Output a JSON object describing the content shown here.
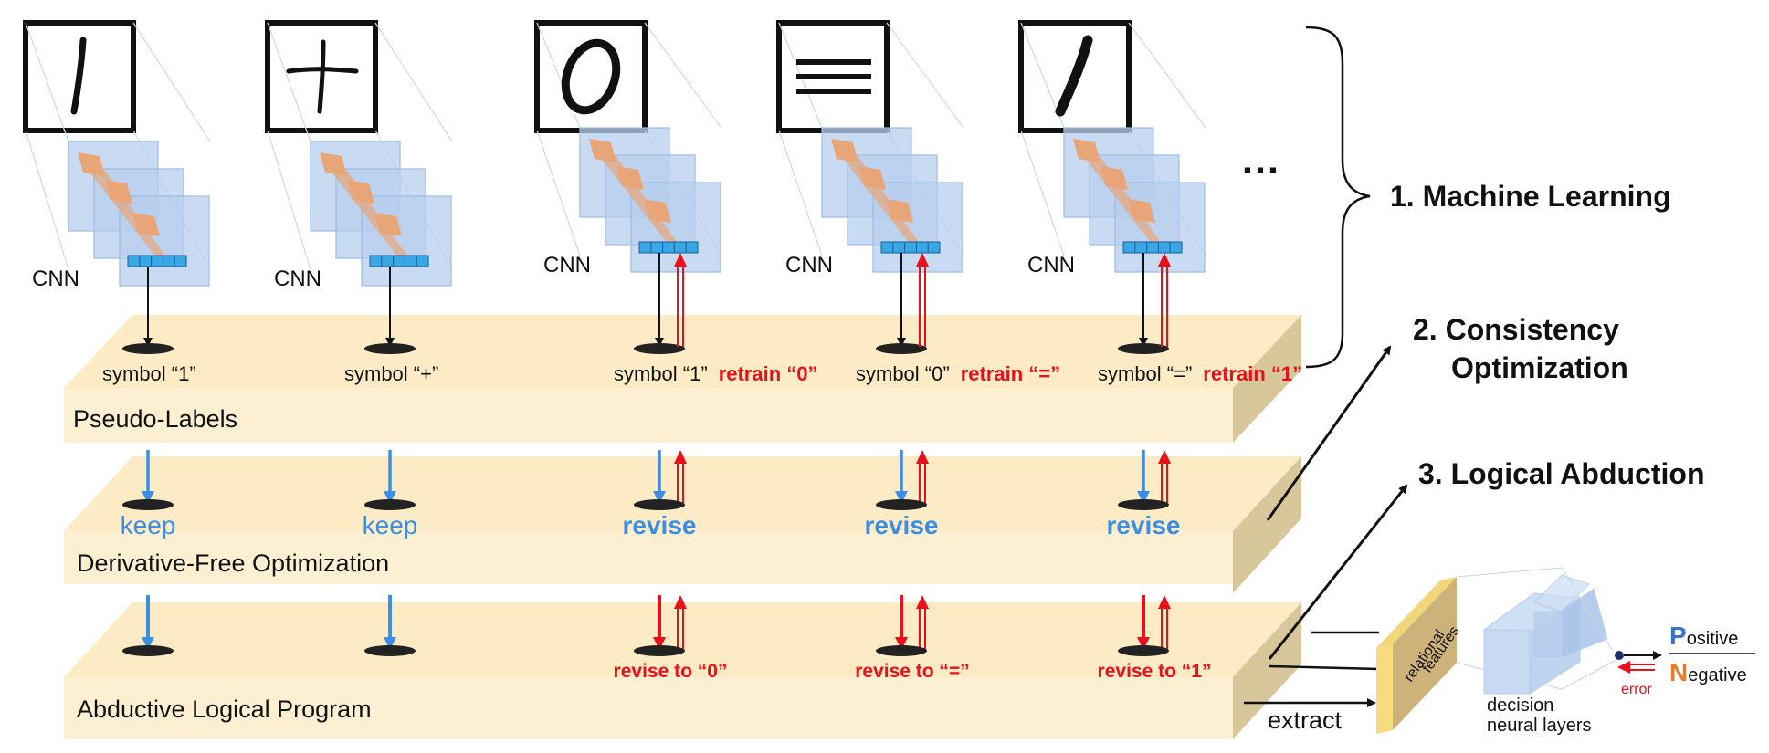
{
  "colors": {
    "slab_top": "#fcebc4",
    "slab_front": "#fdf0d2",
    "slab_side": "#d9c79c",
    "cnn_blue": "#b7cfee",
    "cnn_edge": "#9ebbe1",
    "kernel_orange": "#e8a578",
    "vector_blue": "#39a6e6",
    "keep_blue": "#3a8ee6",
    "revise_red": "#e8101a",
    "positive_blue": "#3a74c8",
    "negative_orange": "#e87b2a"
  },
  "columns": [
    {
      "glyph": "1",
      "cnn_label": "CNN",
      "symbol": "symbol “1”",
      "retrain": "",
      "dfo_label": "keep",
      "abduction_label": ""
    },
    {
      "glyph": "+",
      "cnn_label": "CNN",
      "symbol": "symbol “+”",
      "retrain": "",
      "dfo_label": "keep",
      "abduction_label": ""
    },
    {
      "glyph": "0",
      "cnn_label": "CNN",
      "symbol": "symbol “1”",
      "retrain": "retrain “0”",
      "dfo_label": "revise",
      "abduction_label": "revise to “0”"
    },
    {
      "glyph": "=",
      "cnn_label": "CNN",
      "symbol": "symbol “0”",
      "retrain": "retrain “=”",
      "dfo_label": "revise",
      "abduction_label": "revise to “=”"
    },
    {
      "glyph": "1",
      "cnn_label": "CNN",
      "symbol": "symbol “=”",
      "retrain": "retrain “1”",
      "dfo_label": "revise",
      "abduction_label": "revise to “1”"
    }
  ],
  "ellipsis": "…",
  "layers": {
    "pseudo_labels": "Pseudo-Labels",
    "dfo": "Derivative-Free Optimization",
    "abductive": "Abductive Logical Program"
  },
  "steps": {
    "step1": "1. Machine Learning",
    "step2_line1": "2. Consistency",
    "step2_line2": "Optimization",
    "step3": "3. Logical Abduction"
  },
  "right": {
    "extract": "extract",
    "relational_line1": "relational",
    "relational_line2": "features",
    "decision_line1": "decision",
    "decision_line2": "neural layers",
    "error": "error",
    "positive_initial": "P",
    "positive_rest": "ositive",
    "negative_initial": "N",
    "negative_rest": "egative"
  }
}
